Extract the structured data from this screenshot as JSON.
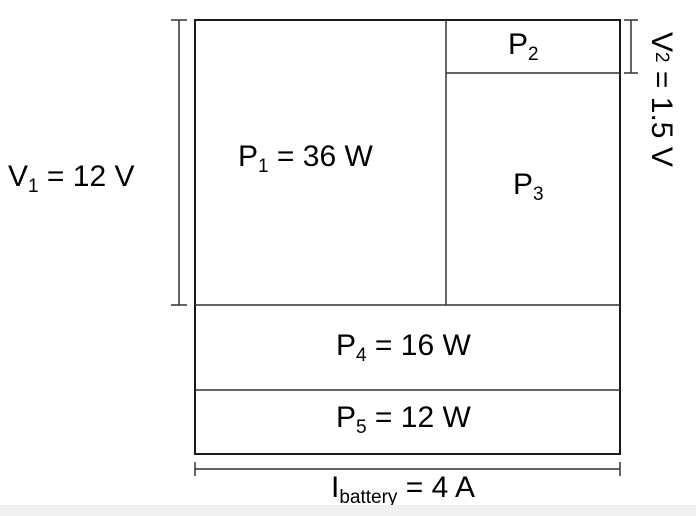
{
  "diagram": {
    "v1_label": {
      "sym": "V",
      "sub": "1",
      "rest": " = 12 V"
    },
    "v2_label": {
      "sym": "V",
      "sub": "2",
      "rest": " = 1.5 V"
    },
    "p1_label": {
      "sym": "P",
      "sub": "1",
      "rest": " = 36 W"
    },
    "p2_label": {
      "sym": "P",
      "sub": "2",
      "rest": ""
    },
    "p3_label": {
      "sym": "P",
      "sub": "3",
      "rest": ""
    },
    "p4_label": {
      "sym": "P",
      "sub": "4",
      "rest": " = 16 W"
    },
    "p5_label": {
      "sym": "P",
      "sub": "5",
      "rest": " = 12 W"
    },
    "i_label": {
      "sym": "I",
      "sub": "battery",
      "rest": " = 4 A"
    },
    "colors": {
      "line": "#1a1a1a",
      "background": "#ffffff",
      "strip": "#f0f0f0"
    }
  }
}
